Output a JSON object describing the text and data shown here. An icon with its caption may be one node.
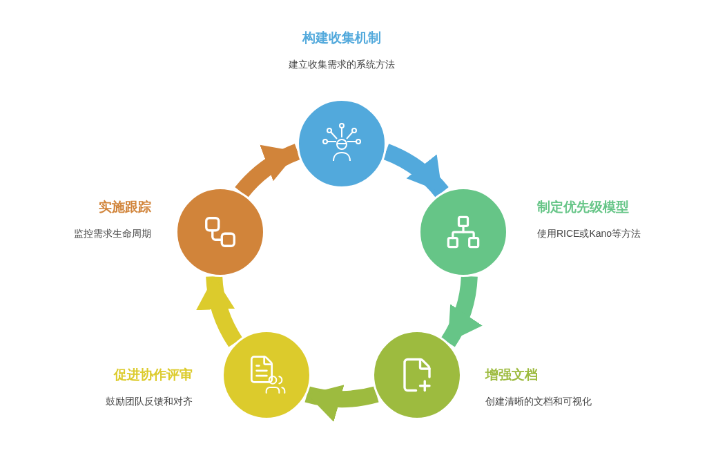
{
  "diagram": {
    "nodes": [
      {
        "text": [
          "构建收集机制",
          "建立收集需求的系统方法"
        ]
      },
      {
        "text": [
          "制定优先级模型",
          "使用RICE或Kano等方法"
        ]
      },
      {
        "text": [
          "增强文档",
          "创建清晰的文档和可视化"
        ]
      },
      {
        "text": [
          "促进协作评审",
          "鼓励团队反馈和对齐"
        ]
      },
      {
        "text": [
          "实施跟踪",
          "监控需求生命周期"
        ]
      }
    ],
    "edges": [
      {
        "from": 0,
        "to": 1,
        "arrow": "to",
        "color": "#52a9dc"
      },
      {
        "from": 1,
        "to": 2,
        "arrow": "to",
        "color": "#66c587"
      },
      {
        "from": 2,
        "to": 3,
        "arrow": "to",
        "color": "#9dbb3f"
      },
      {
        "from": 3,
        "to": 4,
        "arrow": "to",
        "color": "#dccb2c"
      },
      {
        "from": 4,
        "to": 0,
        "arrow": "to",
        "color": "#d1843a"
      }
    ]
  }
}
